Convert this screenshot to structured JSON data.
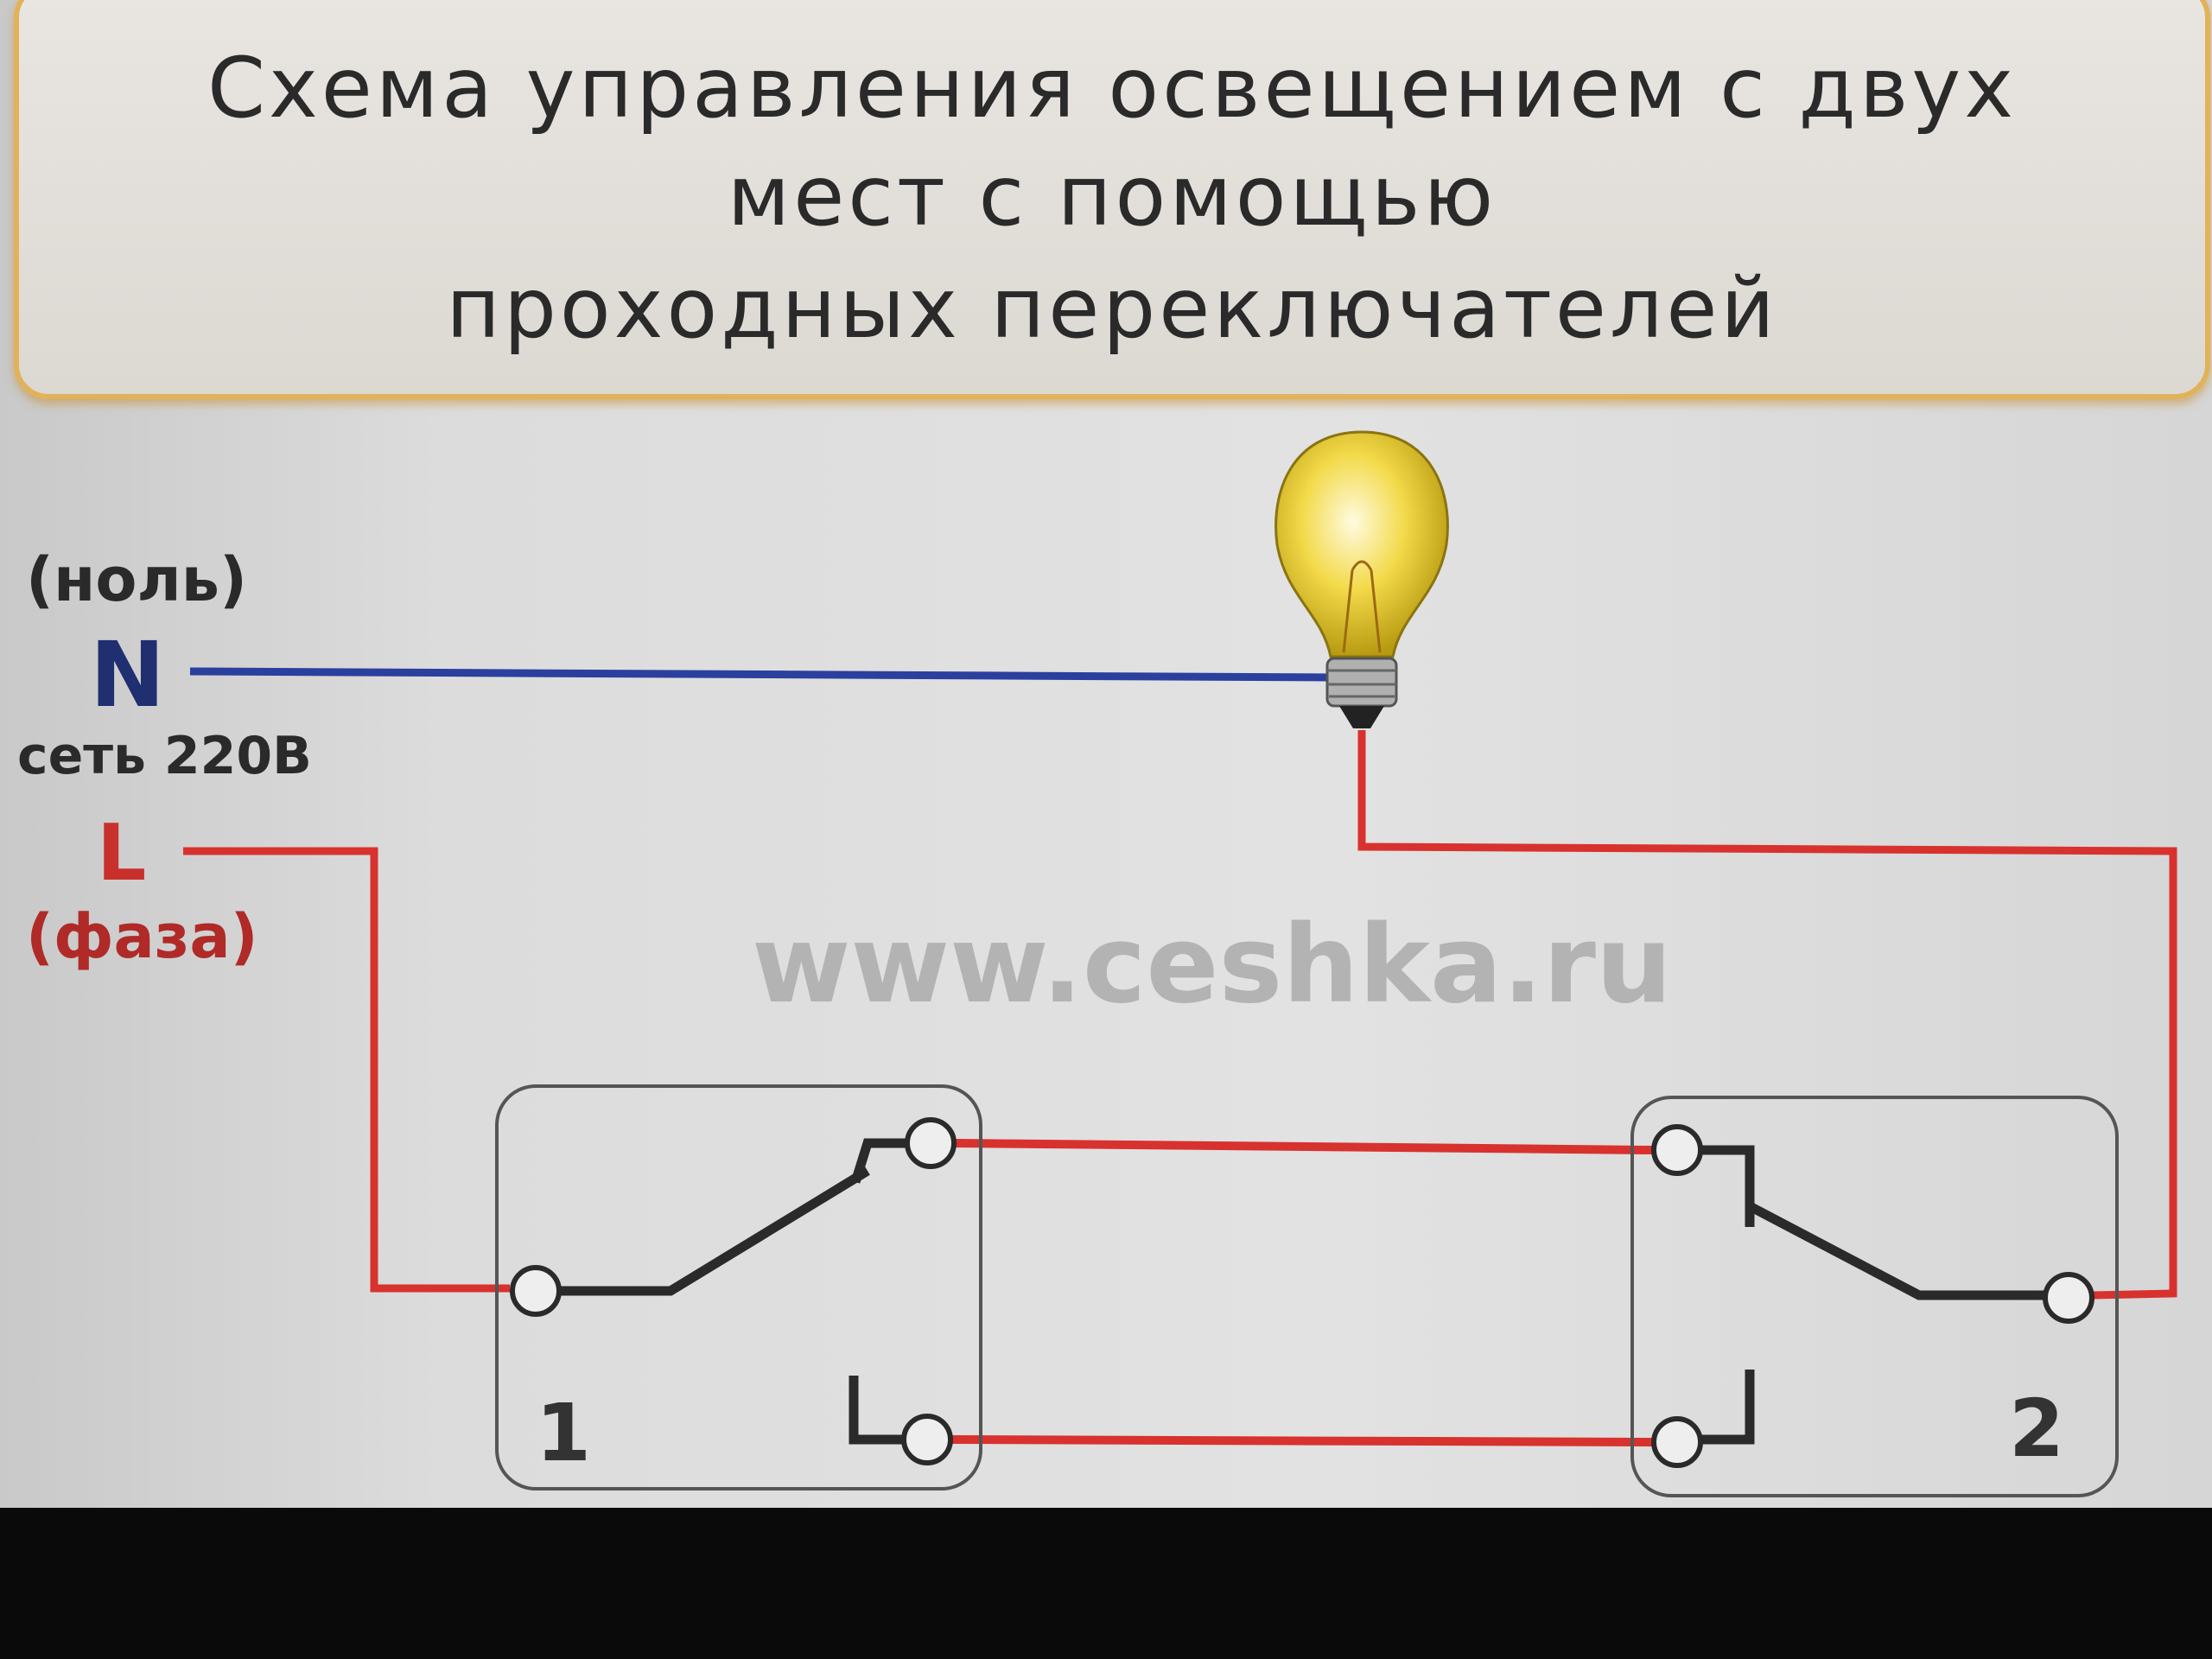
{
  "title": {
    "lines": [
      "Схема управления освещением с двух",
      "мест с помощью",
      "проходных переключателей"
    ]
  },
  "labels": {
    "neutral_note": "(ноль)",
    "neutral": "N",
    "network": "сеть 220В",
    "phase": "L",
    "phase_note": "(фаза)"
  },
  "switches": [
    {
      "number": "1"
    },
    {
      "number": "2"
    }
  ],
  "watermark": "www.ceshka.ru",
  "colors": {
    "neutral_wire": "#2b3f9e",
    "phase_wire": "#d8322e",
    "switch_outline": "#555555"
  }
}
